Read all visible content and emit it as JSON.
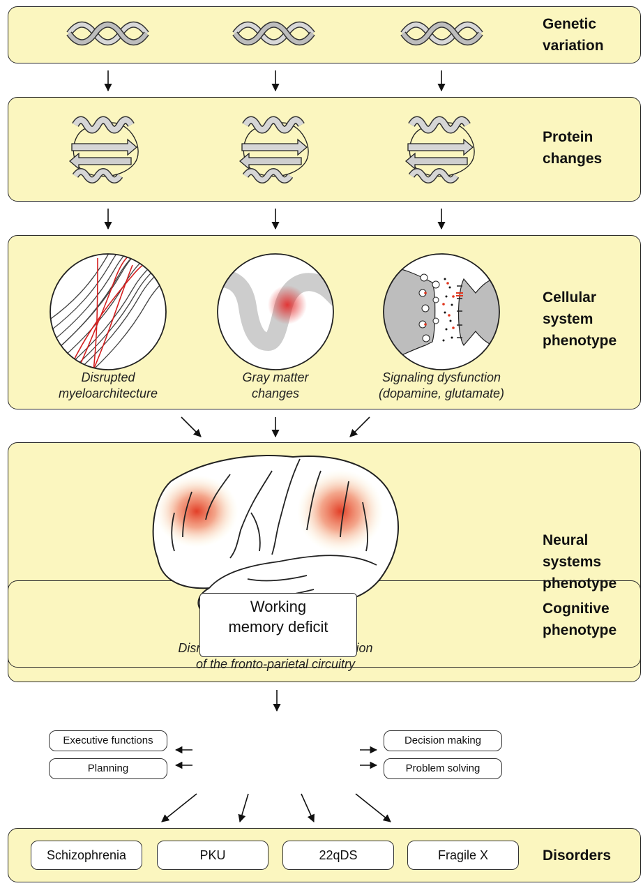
{
  "tiers": {
    "genetic": "Genetic\nvariation",
    "protein": "Protein\nchanges",
    "cellular": "Cellular\nsystem\nphenotype",
    "neural": "Neural\nsystems\nphenotype",
    "cognitive": "Cognitive\nphenotype",
    "disorders": "Disorders"
  },
  "cellular_captions": {
    "myelo": "Disrupted\nmyeloarchitecture",
    "gray": "Gray matter\nchanges",
    "signal": "Signaling dysfunction\n(dopamine, glutamate)"
  },
  "neural_caption": "Disruption of structure and function\nof the fronto-parietal circuitry",
  "cognitive": {
    "center_line1": "Working",
    "center_line2": "memory deficit",
    "left": [
      "Executive functions",
      "Planning"
    ],
    "right": [
      "Decision making",
      "Problem solving"
    ]
  },
  "disorders": [
    "Schizophrenia",
    "PKU",
    "22qDS",
    "Fragile X"
  ],
  "colors": {
    "panel_fill": "#fbf6bf",
    "highlight_red": "#e0341c",
    "structure_gray": "#c8c8c8"
  }
}
